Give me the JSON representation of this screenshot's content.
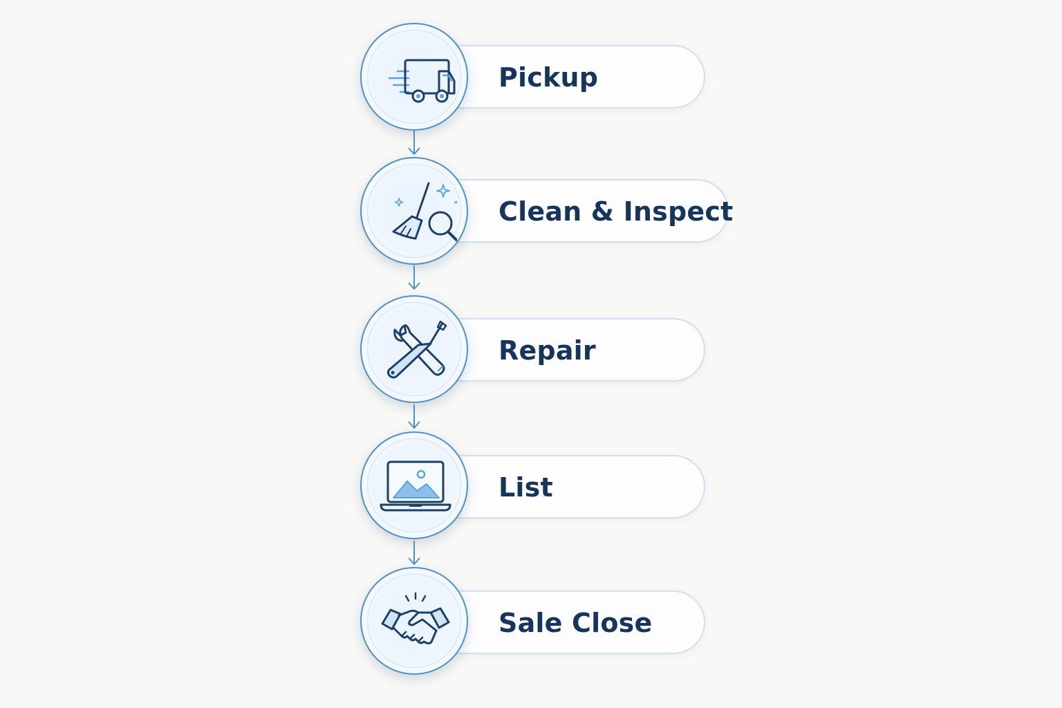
{
  "steps": [
    {
      "label": "Pickup",
      "icon": "delivery-truck-icon"
    },
    {
      "label": "Clean & Inspect",
      "icon": "broom-magnifier-icon"
    },
    {
      "label": "Repair",
      "icon": "wrench-screwdriver-icon"
    },
    {
      "label": "List",
      "icon": "laptop-image-icon"
    },
    {
      "label": "Sale Close",
      "icon": "handshake-icon"
    }
  ],
  "colors": {
    "background": "#f8f8f6",
    "accent_line": "#4e90c6",
    "icon_dark": "#1d3f66",
    "icon_light": "#5aa3dc",
    "pill_border": "#cfe0ef",
    "text": "#15355b"
  }
}
